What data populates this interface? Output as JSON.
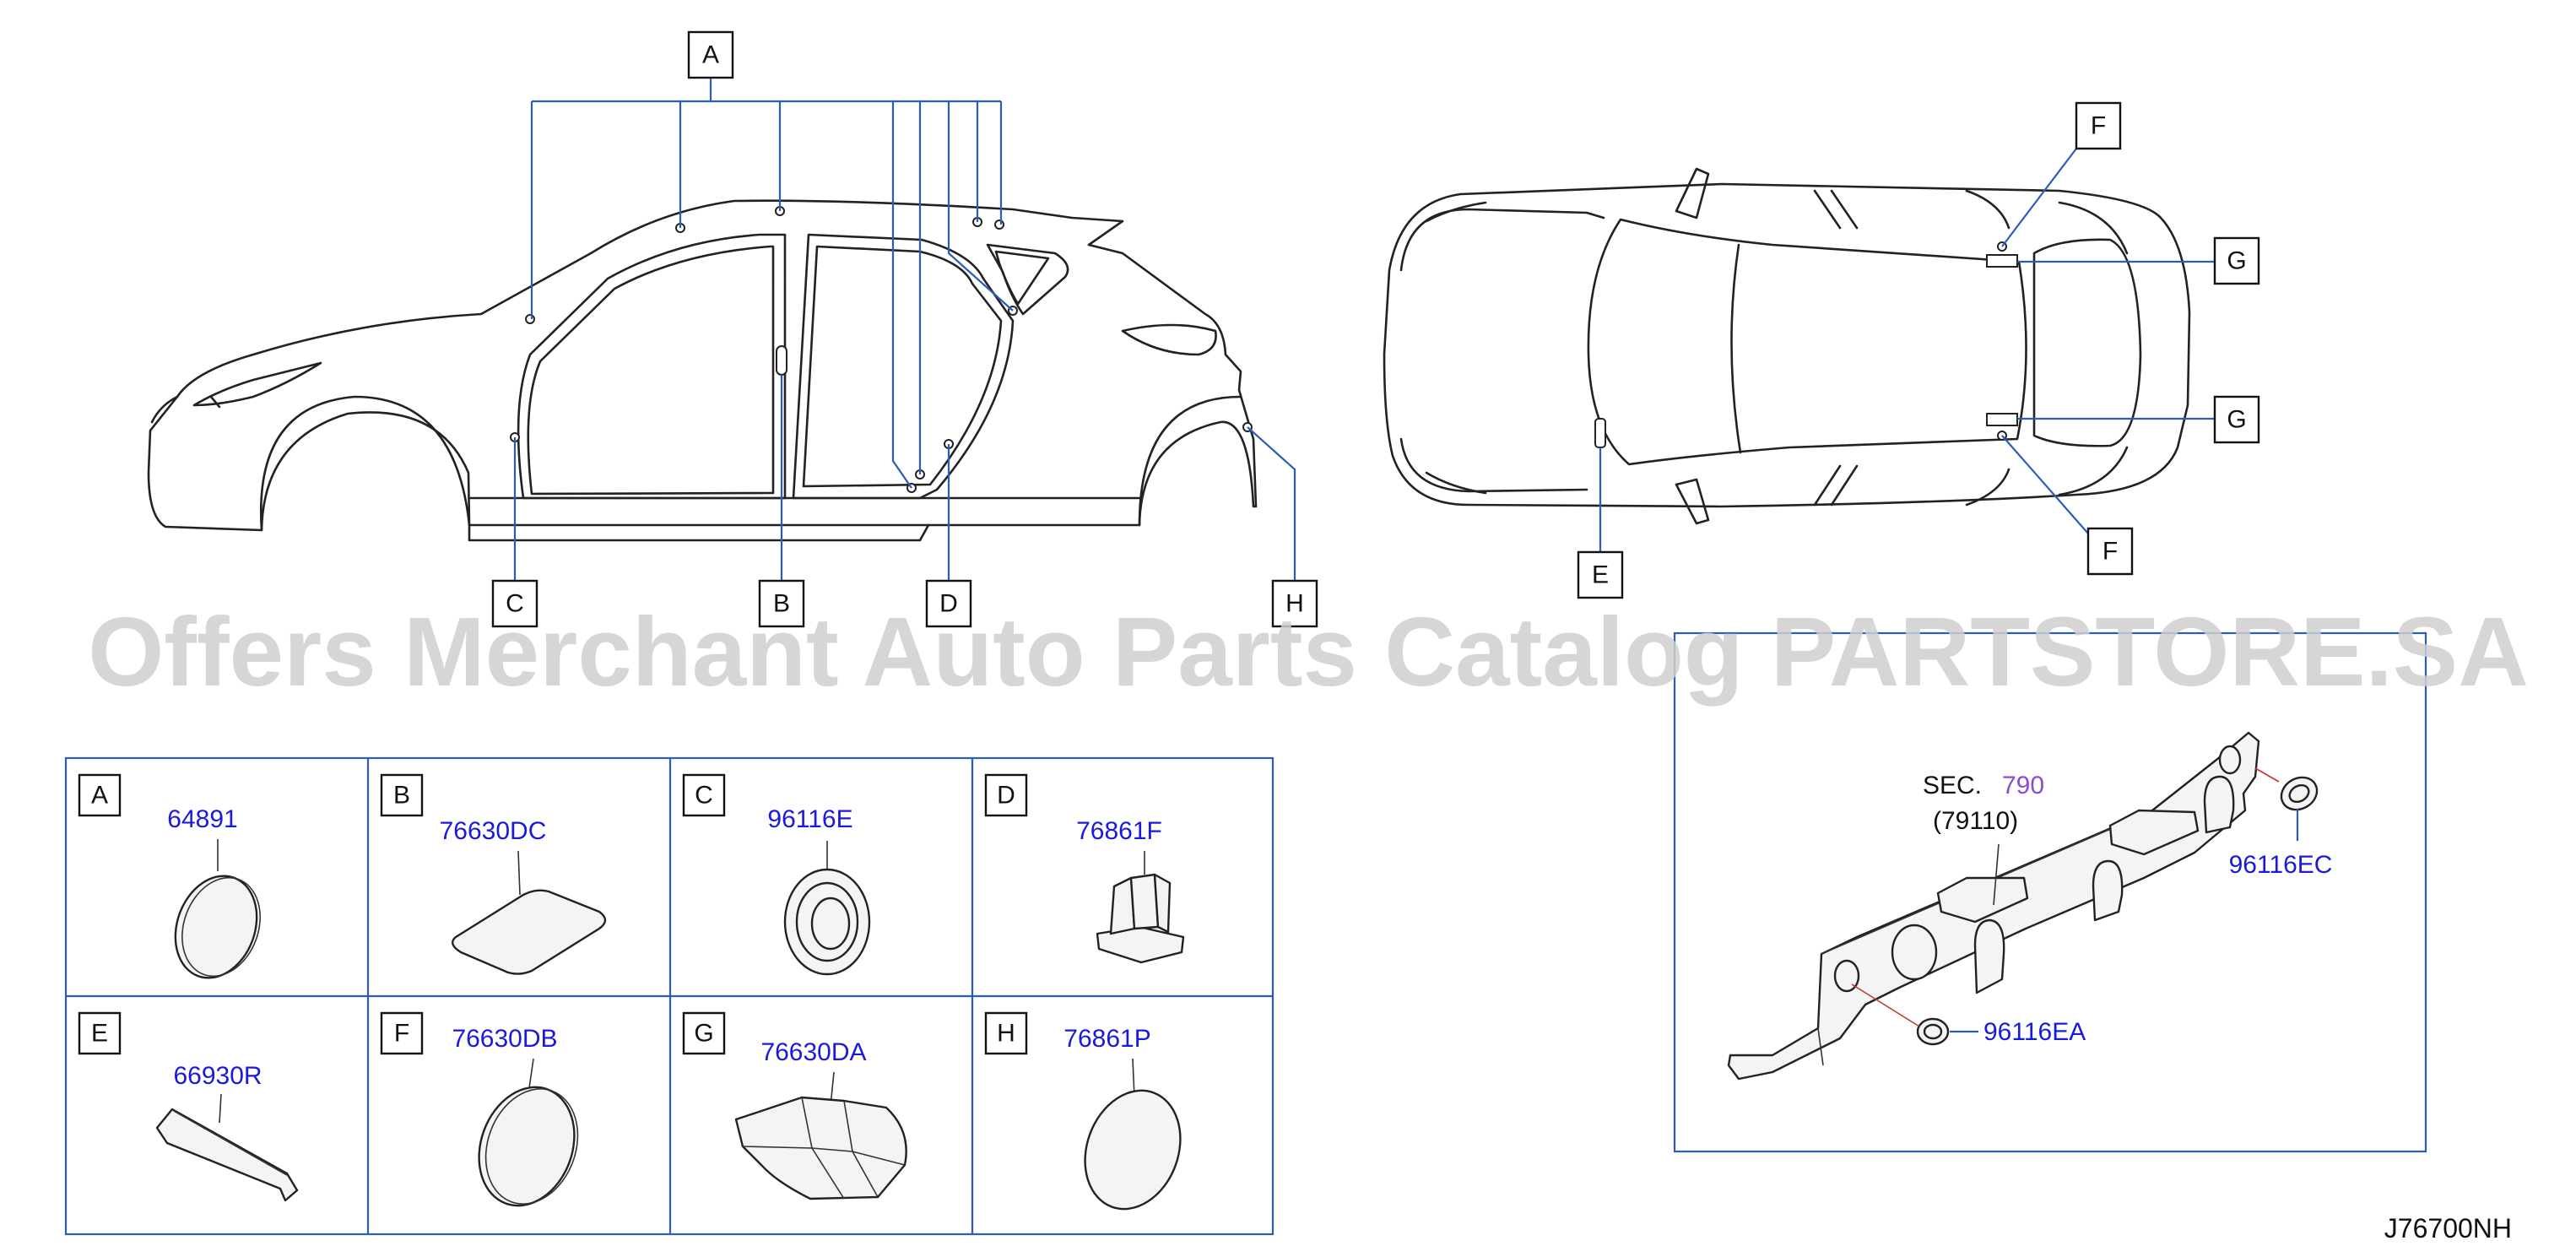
{
  "callouts": [
    "A",
    "B",
    "C",
    "D",
    "E",
    "F",
    "G",
    "H"
  ],
  "parts_table": [
    {
      "letter": "A",
      "part_no": "64891"
    },
    {
      "letter": "B",
      "part_no": "76630DC"
    },
    {
      "letter": "C",
      "part_no": "96116E"
    },
    {
      "letter": "D",
      "part_no": "76861F"
    },
    {
      "letter": "E",
      "part_no": "66930R"
    },
    {
      "letter": "F",
      "part_no": "76630DB"
    },
    {
      "letter": "G",
      "part_no": "76630DA"
    },
    {
      "letter": "H",
      "part_no": "76861P"
    }
  ],
  "detail": {
    "sec_label": "SEC.",
    "sec_number": "790",
    "sub_ref": "(79110)",
    "part_upper": "96116EC",
    "part_lower": "96116EA"
  },
  "watermark": "Offers Merchant Auto Parts Catalog PARTSTORE.SA",
  "diagram_code": "J76700NH",
  "colors": {
    "part_number": "#1a1adc",
    "sec_number": "#8a4bd6",
    "leader": "#2b5db8"
  }
}
